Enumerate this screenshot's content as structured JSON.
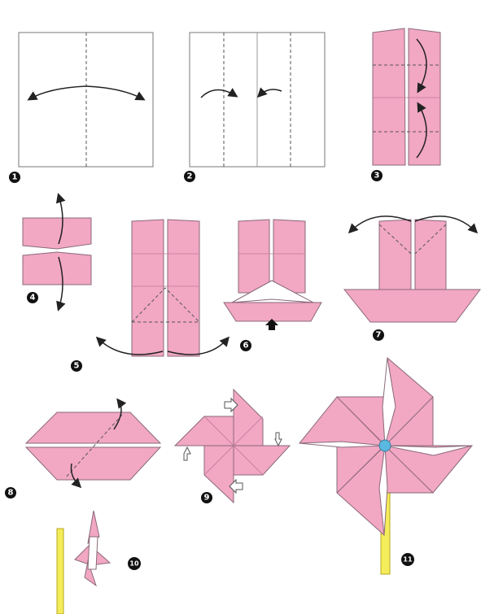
{
  "colors": {
    "paper": "#f2a7c3",
    "stick": "#f5ec5a",
    "pin": "#5bb8e0",
    "ink": "#111111"
  },
  "steps": [
    {
      "number": "1"
    },
    {
      "number": "2"
    },
    {
      "number": "3"
    },
    {
      "number": "4"
    },
    {
      "number": "5"
    },
    {
      "number": "6"
    },
    {
      "number": "7"
    },
    {
      "number": "8"
    },
    {
      "number": "9"
    },
    {
      "number": "10"
    },
    {
      "number": "11"
    }
  ]
}
